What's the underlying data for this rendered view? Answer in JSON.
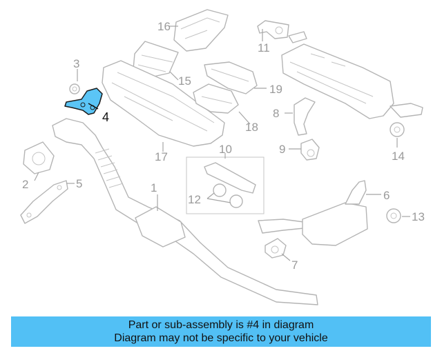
{
  "diagram": {
    "callouts": [
      {
        "id": "1",
        "label": "1"
      },
      {
        "id": "2",
        "label": "2"
      },
      {
        "id": "3",
        "label": "3"
      },
      {
        "id": "4",
        "label": "4",
        "highlighted": true
      },
      {
        "id": "5",
        "label": "5"
      },
      {
        "id": "6",
        "label": "6"
      },
      {
        "id": "7",
        "label": "7"
      },
      {
        "id": "8",
        "label": "8"
      },
      {
        "id": "9",
        "label": "9"
      },
      {
        "id": "10",
        "label": "10"
      },
      {
        "id": "11",
        "label": "11"
      },
      {
        "id": "12",
        "label": "12"
      },
      {
        "id": "13",
        "label": "13"
      },
      {
        "id": "14",
        "label": "14"
      },
      {
        "id": "15",
        "label": "15"
      },
      {
        "id": "16",
        "label": "16"
      },
      {
        "id": "17",
        "label": "17"
      },
      {
        "id": "18",
        "label": "18"
      },
      {
        "id": "19",
        "label": "19"
      }
    ],
    "colors": {
      "highlight_part": "#5bc5f6",
      "part_outline": "#b4b4b4",
      "label_gray": "#9a9a9a"
    }
  },
  "banner": {
    "line1": "Part or sub-assembly is #4 in diagram",
    "line2": "Diagram may not be specific to your vehicle",
    "color": "#52c0f5"
  }
}
